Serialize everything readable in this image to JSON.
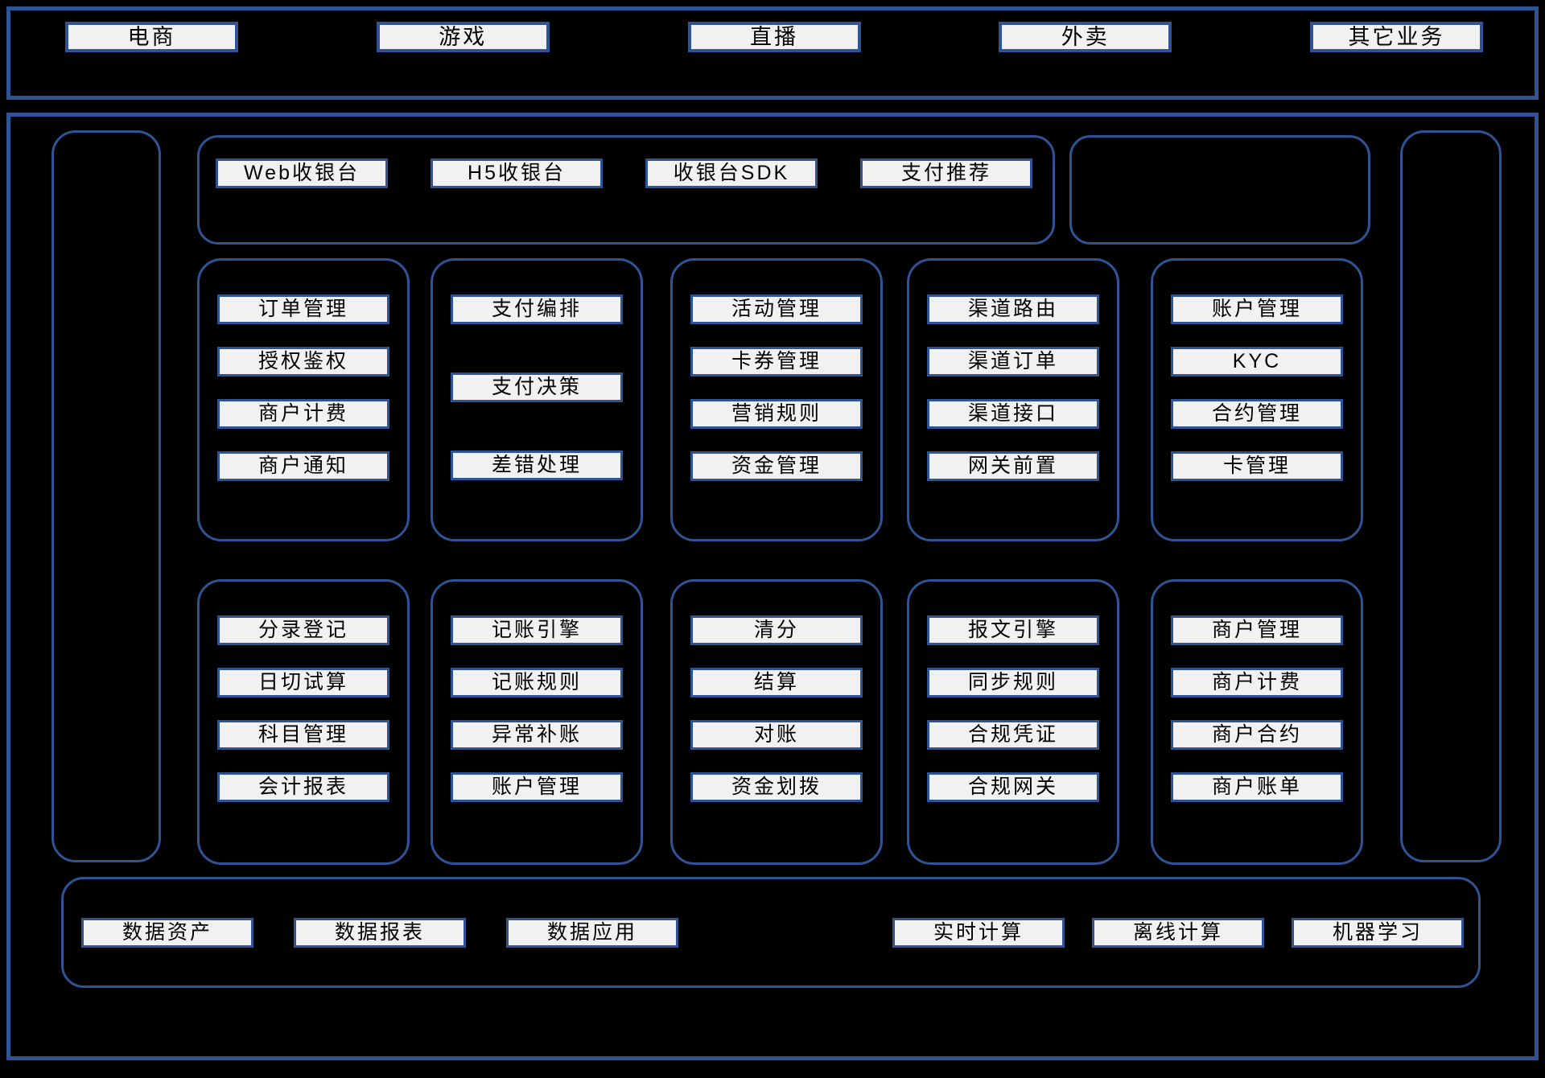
{
  "colors": {
    "background": "#000000",
    "frame_border": "#2f5496",
    "chip_background": "#f1f1f1",
    "chip_text": "#000000"
  },
  "top_businesses": [
    "电商",
    "游戏",
    "直播",
    "外卖",
    "其它业务"
  ],
  "cashier": {
    "items": [
      "Web收银台",
      "H5收银台",
      "收银台SDK",
      "支付推荐"
    ]
  },
  "row1": [
    {
      "name": "payment-core",
      "items": [
        "订单管理",
        "授权鉴权",
        "商户计费",
        "商户通知"
      ]
    },
    {
      "name": "payment-orchestration",
      "items": [
        "支付编排",
        "支付决策",
        "差错处理"
      ]
    },
    {
      "name": "marketing",
      "items": [
        "活动管理",
        "卡券管理",
        "营销规则",
        "资金管理"
      ]
    },
    {
      "name": "channel",
      "items": [
        "渠道路由",
        "渠道订单",
        "渠道接口",
        "网关前置"
      ]
    },
    {
      "name": "account",
      "items": [
        "账户管理",
        "KYC",
        "合约管理",
        "卡管理"
      ]
    }
  ],
  "row2": [
    {
      "name": "accounting",
      "items": [
        "分录登记",
        "日切试算",
        "科目管理",
        "会计报表"
      ]
    },
    {
      "name": "ledger",
      "items": [
        "记账引擎",
        "记账规则",
        "异常补账",
        "账户管理"
      ]
    },
    {
      "name": "clearing",
      "items": [
        "清分",
        "结算",
        "对账",
        "资金划拨"
      ]
    },
    {
      "name": "compliance",
      "items": [
        "报文引擎",
        "同步规则",
        "合规凭证",
        "合规网关"
      ]
    },
    {
      "name": "merchant",
      "items": [
        "商户管理",
        "商户计费",
        "商户合约",
        "商户账单"
      ]
    }
  ],
  "data_platform": {
    "left_items": [
      "数据资产",
      "数据报表",
      "数据应用"
    ],
    "right_items": [
      "实时计算",
      "离线计算",
      "机器学习"
    ]
  }
}
